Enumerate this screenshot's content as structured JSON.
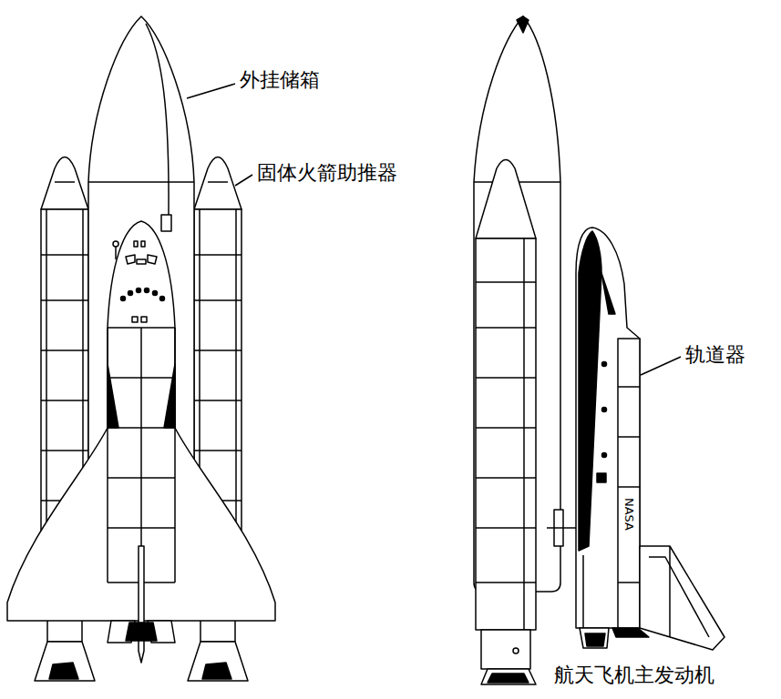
{
  "diagram": {
    "labels": [
      "外挂储箱",
      "固体火箭助推器",
      "轨道器",
      "NASA",
      "航天飞机主发动机"
    ]
  }
}
